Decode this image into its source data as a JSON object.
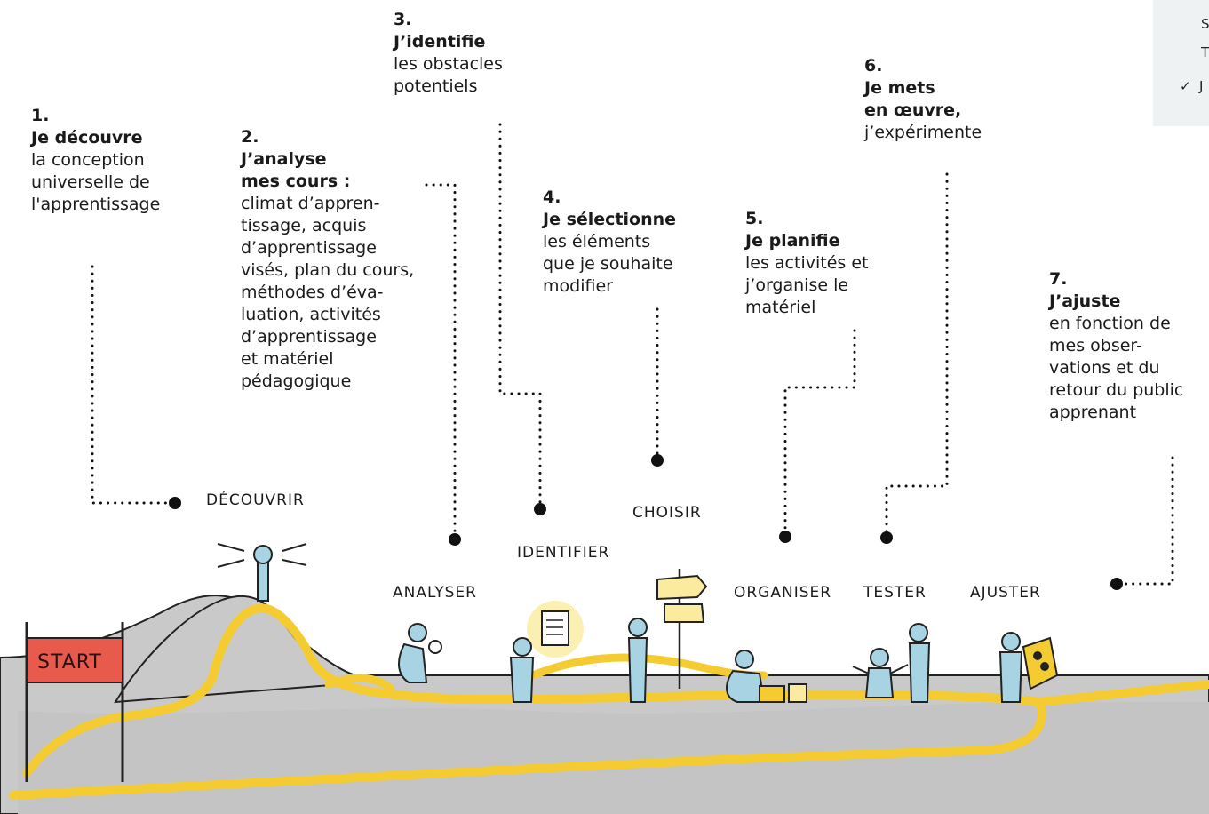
{
  "steps": [
    {
      "num": "1.",
      "title": "Je découvre",
      "body": "la conception\nuniverselle de\nl'apprentissage"
    },
    {
      "num": "2.",
      "title": "J’analyse\nmes cours :",
      "body": "climat d’appren-\ntissage, acquis\nd’apprentissage\nvisés, plan du cours,\nméthodes d’éva-\nluation, activités\nd’apprentissage\net matériel\npédagogique"
    },
    {
      "num": "3.",
      "title": "J’identifie",
      "body": "les obstacles\npotentiels"
    },
    {
      "num": "4.",
      "title": "Je sélectionne",
      "body": "les éléments\nque je souhaite\nmodifier"
    },
    {
      "num": "5.",
      "title": "Je planifie",
      "body": "les activités et\nj’organise le\nmatériel"
    },
    {
      "num": "6.",
      "title": "Je mets\nen œuvre,",
      "body": "j’expérimente"
    },
    {
      "num": "7.",
      "title": "J’ajuste",
      "body": "en fonction de\nmes obser-\nvations et du\nretour du public\napprenant"
    }
  ],
  "scene_labels": {
    "start": "START",
    "decouvrir": "DÉCOUVRIR",
    "analyser": "ANALYSER",
    "identifier": "IDENTIFIER",
    "choisir": "CHOISIR",
    "organiser": "ORGANISER",
    "tester": "TESTER",
    "ajuster": "AJUSTER"
  },
  "corner": {
    "top_glyph": "S",
    "mid_glyph": "T",
    "check": "✓",
    "check_letter": "J"
  },
  "colors": {
    "path_yellow": "#f4cc32",
    "ground_gray": "#c9c9c9",
    "figure_blue": "#a7d3e2",
    "start_flag_red": "#e85b4c",
    "corner_panel": "#eef2f3"
  }
}
